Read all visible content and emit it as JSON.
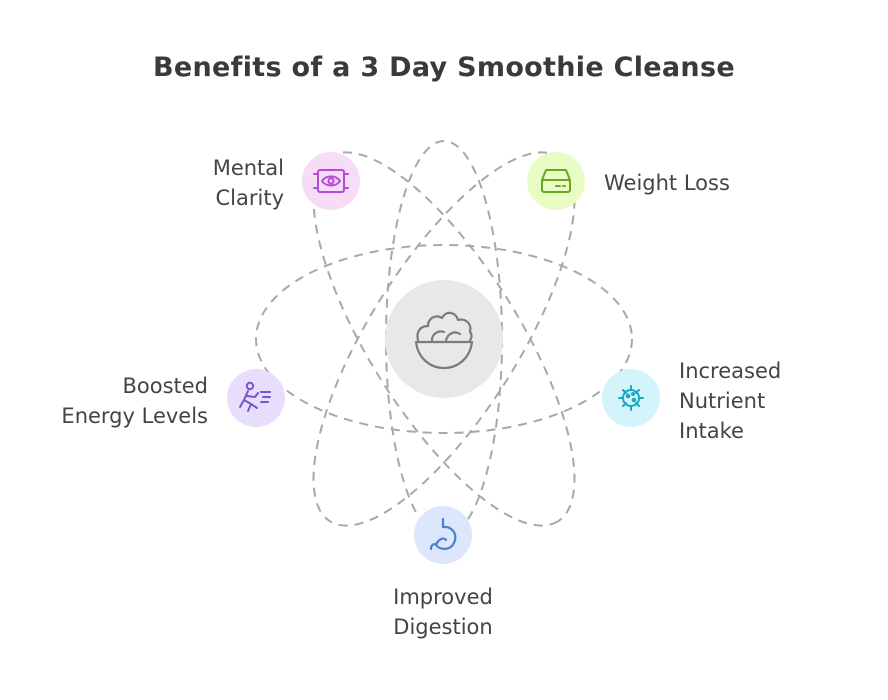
{
  "title": "Benefits of a 3 Day Smoothie Cleanse",
  "center": {
    "icon": "salad-bowl-icon"
  },
  "benefits": [
    {
      "lines": [
        "Mental",
        "Clarity"
      ],
      "icon": "mind-eye-icon",
      "bg_color": "#f6dcf6",
      "icon_color": "#b54ad8"
    },
    {
      "lines": [
        "Weight Loss"
      ],
      "icon": "scale-icon",
      "bg_color": "#e8fcc4",
      "icon_color": "#6aa61e"
    },
    {
      "lines": [
        "Increased",
        "Nutrient",
        "Intake"
      ],
      "icon": "virus-cell-icon",
      "bg_color": "#d4f4fb",
      "icon_color": "#1aa7c4"
    },
    {
      "lines": [
        "Improved",
        "Digestion"
      ],
      "icon": "stomach-icon",
      "bg_color": "#dce7fb",
      "icon_color": "#4a7fd4"
    },
    {
      "lines": [
        "Boosted",
        "Energy Levels"
      ],
      "icon": "running-person-icon",
      "bg_color": "#e6defa",
      "icon_color": "#7a52d6"
    }
  ],
  "colors": {
    "orbit": "#a8a8a8",
    "center_bg": "#e8e8e8",
    "center_icon": "#7a7a7a",
    "text": "#444444"
  }
}
